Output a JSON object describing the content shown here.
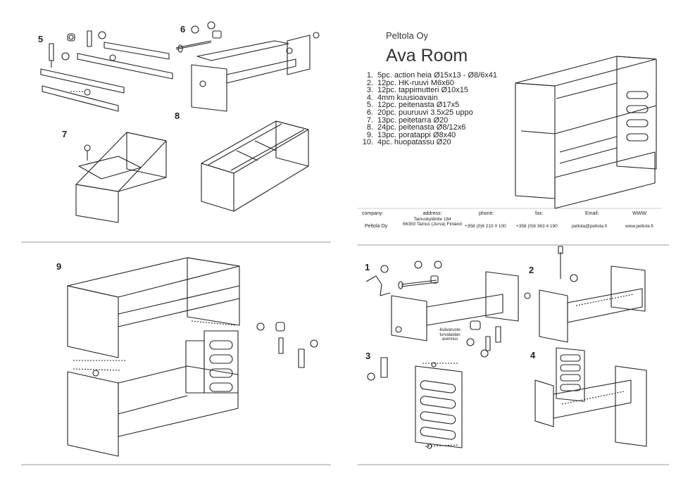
{
  "company": "Peltola Oy",
  "product": "Ava Room",
  "parts": [
    {
      "n": "1.",
      "text": "5pc. action heia Ø15x13 - Ø8/6x41"
    },
    {
      "n": "2.",
      "text": "12pc. HK-ruuvi M6x60"
    },
    {
      "n": "3.",
      "text": "12pc. tappimutteri Ø10x15"
    },
    {
      "n": "4.",
      "text": "4mm kuusioavain"
    },
    {
      "n": "5.",
      "text": "12pc. peitenasta Ø17x5"
    },
    {
      "n": "6.",
      "text": "20pc. puuruuvi 3.5x25 uppo"
    },
    {
      "n": "7.",
      "text": "13pc. peitetarra Ø20"
    },
    {
      "n": "8.",
      "text": "24pc. peitenasta Ø8/12x6"
    },
    {
      "n": "9.",
      "text": "13pc. poratappi Ø8x40"
    },
    {
      "n": "10.",
      "text": "4pc. huopatassu Ø20"
    }
  ],
  "contact": {
    "company_label": "company:",
    "company_value": "Peltola Oy",
    "address_label": "address:",
    "address_line1": "Tainuskyläntie 184",
    "address_line2": "66350 Tainus (Jurva) Finland",
    "phone_label": "phone:",
    "phone_value": "+358 (0)6 210 0 100",
    "fax_label": "fax:",
    "fax_value": "+358 (0)6 363 4 190",
    "email_label": "Email:",
    "email_value": "peltola@peltola.fi",
    "www_label": "WWW:",
    "www_value": "www.peltola.fi"
  },
  "steps": {
    "s5": "5",
    "s6": "6",
    "s7": "7",
    "s8": "8",
    "s9": "9",
    "s1": "1",
    "s2": "2",
    "s3": "3",
    "s4": "4"
  },
  "note_safety": "-lisävaruste-\nturvalaidan\nasennus"
}
